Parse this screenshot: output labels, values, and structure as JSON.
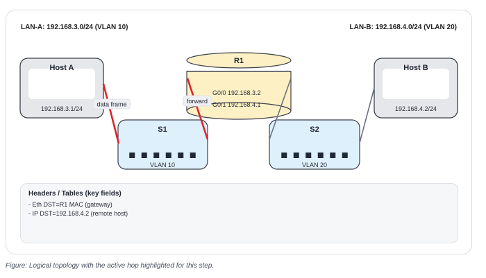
{
  "lans": {
    "a": "LAN-A: 192.168.3.0/24 (VLAN 10)",
    "b": "LAN-B: 192.168.4.0/24 (VLAN 20)"
  },
  "nodes": {
    "host_a": {
      "title": "Host A",
      "ip": "192.168.3.1/24"
    },
    "host_b": {
      "title": "Host B",
      "ip": "192.168.4.2/24"
    },
    "r1": {
      "title": "R1",
      "iface0": "G0/0 192.168.3.2",
      "iface1": "G0/1 192.168.4.1"
    },
    "s1": {
      "title": "S1",
      "vlan": "VLAN 10",
      "ports": 6
    },
    "s2": {
      "title": "S2",
      "vlan": "VLAN 20",
      "ports": 6
    }
  },
  "links": [
    {
      "from": "Host A",
      "to": "S1",
      "active": true,
      "label": "data frame"
    },
    {
      "from": "R1",
      "to": "S1",
      "active": true,
      "label": "forward"
    },
    {
      "from": "R1",
      "to": "S2",
      "active": false,
      "label": ""
    },
    {
      "from": "Host B",
      "to": "S2",
      "active": false,
      "label": ""
    }
  ],
  "info": {
    "title": "Headers / Tables (key fields)",
    "lines": [
      "- Eth DST=R1 MAC (gateway)",
      "- IP DST=192.168.4.2 (remote host)"
    ]
  },
  "caption": "Figure: Logical topology with the active hop highlighted for this step.",
  "colors": {
    "active_link": "#d9262c",
    "inactive_link": "#6b7280",
    "host_fill": "#e6e7eb",
    "router_fill": "#fdf0c4",
    "switch_fill": "#dff0fd",
    "port": "#1f2937"
  }
}
